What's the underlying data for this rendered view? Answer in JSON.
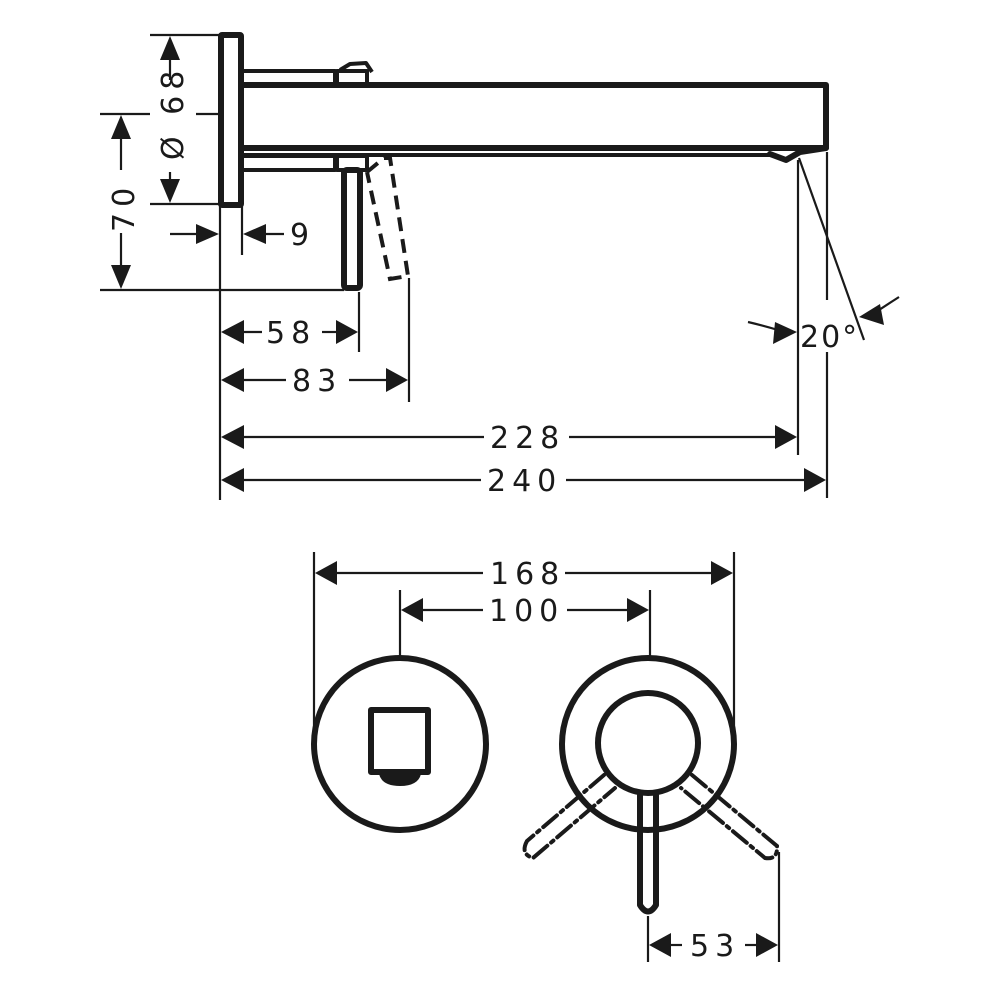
{
  "drawing": {
    "type": "technical dimension drawing",
    "subject": "wall-mounted single lever basin mixer with spout",
    "line_color": "#1a1a1a",
    "background": "#ffffff",
    "units": "mm"
  },
  "side_view": {
    "dimensions": {
      "rosette_diameter": "Ø 68",
      "lever_height": "70",
      "rosette_thickness": "9",
      "lever_offset": "58",
      "lever_open_offset": "83",
      "spout_outlet": "228",
      "spout_length": "240",
      "outlet_angle": "20°"
    }
  },
  "front_view": {
    "dimensions": {
      "overall_width": "168",
      "centre_distance": "100",
      "lever_swing": "53"
    }
  }
}
